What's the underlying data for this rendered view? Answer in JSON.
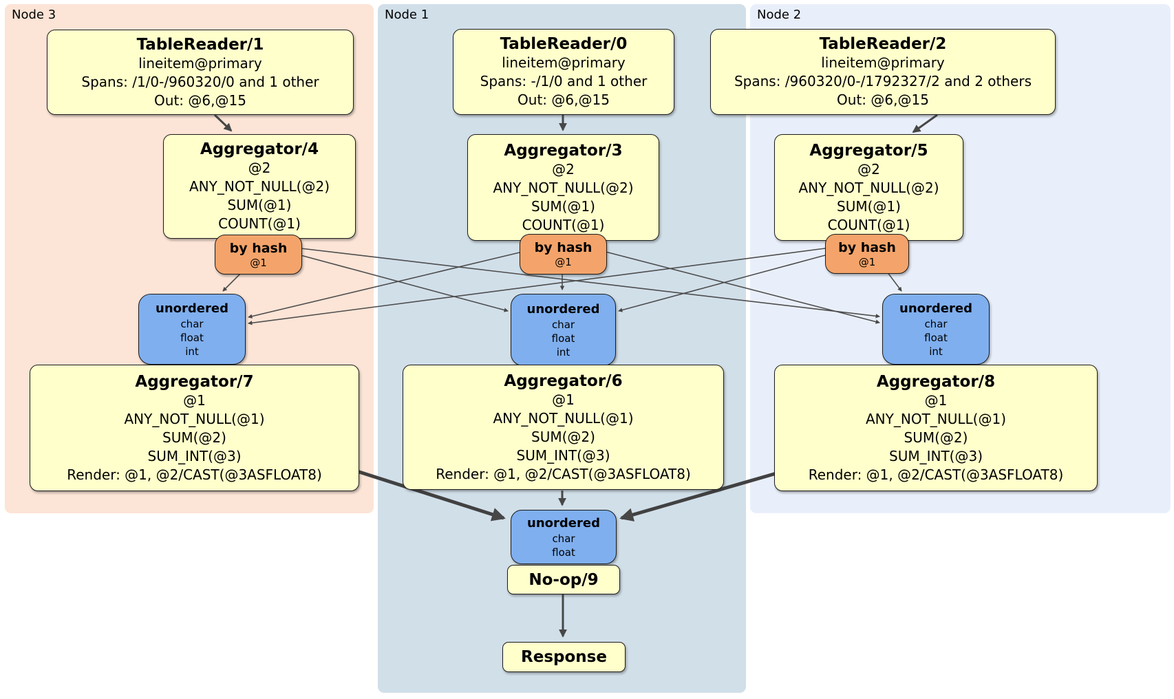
{
  "regions": [
    {
      "label": "Node 3"
    },
    {
      "label": "Node 1"
    },
    {
      "label": "Node 2"
    }
  ],
  "processors": {
    "tr1": {
      "title": "TableReader/1",
      "lines": [
        "lineitem@primary",
        "Spans: /1/0-/960320/0 and 1 other",
        "Out: @6,@15"
      ]
    },
    "tr0": {
      "title": "TableReader/0",
      "lines": [
        "lineitem@primary",
        "Spans: -/1/0 and 1 other",
        "Out: @6,@15"
      ]
    },
    "tr2": {
      "title": "TableReader/2",
      "lines": [
        "lineitem@primary",
        "Spans: /960320/0-/1792327/2 and 2 others",
        "Out: @6,@15"
      ]
    },
    "ag4": {
      "title": "Aggregator/4",
      "lines": [
        "@2",
        "ANY_NOT_NULL(@2)",
        "SUM(@1)",
        "COUNT(@1)"
      ]
    },
    "ag3": {
      "title": "Aggregator/3",
      "lines": [
        "@2",
        "ANY_NOT_NULL(@2)",
        "SUM(@1)",
        "COUNT(@1)"
      ]
    },
    "ag5": {
      "title": "Aggregator/5",
      "lines": [
        "@2",
        "ANY_NOT_NULL(@2)",
        "SUM(@1)",
        "COUNT(@1)"
      ]
    },
    "router3": {
      "title": "by hash",
      "lines": [
        "@1"
      ]
    },
    "router1": {
      "title": "by hash",
      "lines": [
        "@1"
      ]
    },
    "router2": {
      "title": "by hash",
      "lines": [
        "@1"
      ]
    },
    "sync3": {
      "title": "unordered",
      "lines": [
        "char",
        "float",
        "int"
      ]
    },
    "sync1": {
      "title": "unordered",
      "lines": [
        "char",
        "float",
        "int"
      ]
    },
    "sync2": {
      "title": "unordered",
      "lines": [
        "char",
        "float",
        "int"
      ]
    },
    "ag7": {
      "title": "Aggregator/7",
      "lines": [
        "@1",
        "ANY_NOT_NULL(@1)",
        "SUM(@2)",
        "SUM_INT(@3)",
        "Render: @1, @2/CAST(@3ASFLOAT8)"
      ]
    },
    "ag6": {
      "title": "Aggregator/6",
      "lines": [
        "@1",
        "ANY_NOT_NULL(@1)",
        "SUM(@2)",
        "SUM_INT(@3)",
        "Render: @1, @2/CAST(@3ASFLOAT8)"
      ]
    },
    "ag8": {
      "title": "Aggregator/8",
      "lines": [
        "@1",
        "ANY_NOT_NULL(@1)",
        "SUM(@2)",
        "SUM_INT(@3)",
        "Render: @1, @2/CAST(@3ASFLOAT8)"
      ]
    },
    "syncfinal": {
      "title": "unordered",
      "lines": [
        "char",
        "float"
      ]
    },
    "noop": {
      "title": "No-op/9"
    },
    "response": {
      "title": "Response"
    }
  },
  "colors": {
    "node3_bg": "#fce4d6",
    "node1_bg": "#d1dfe9",
    "node2_bg": "#e9effa",
    "processor_bg": "#ffffcc",
    "router_bg": "#f4a46a",
    "sync_bg": "#7fafef",
    "edge": "#474747"
  }
}
